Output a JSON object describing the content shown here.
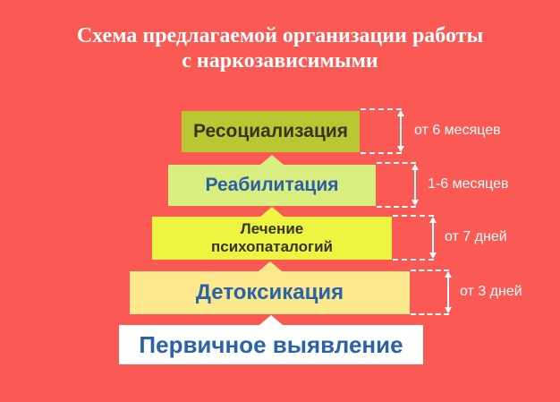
{
  "title": {
    "line1": "Схема предлагаемой организации работы",
    "line2": "с наркозависимыми"
  },
  "pyramid": {
    "levels": [
      {
        "label": "Ресоциализация",
        "duration": "от 6 месяцев",
        "bg_color": "#b9c832",
        "text_color": "#35351d"
      },
      {
        "label": "Реабилитация",
        "duration": "1-6 месяцев",
        "bg_color": "#d8ee80",
        "text_color": "#2b5ea6"
      },
      {
        "label": "Лечение психопаталогий",
        "duration": "от 7 дней",
        "bg_color": "#edf541",
        "text_color": "#35351d"
      },
      {
        "label": "Детоксикация",
        "duration": "от 3 дней",
        "bg_color": "#fde98d",
        "text_color": "#2b62a8"
      },
      {
        "label": "Первичное выявление",
        "bg_color": "#ffffff",
        "text_color": "#2b62a8"
      }
    ]
  },
  "colors": {
    "background": "#fb5a54",
    "title_text": "#ffffff",
    "annotation_text": "#ffffff",
    "bracket_lines": "#ffffff"
  }
}
